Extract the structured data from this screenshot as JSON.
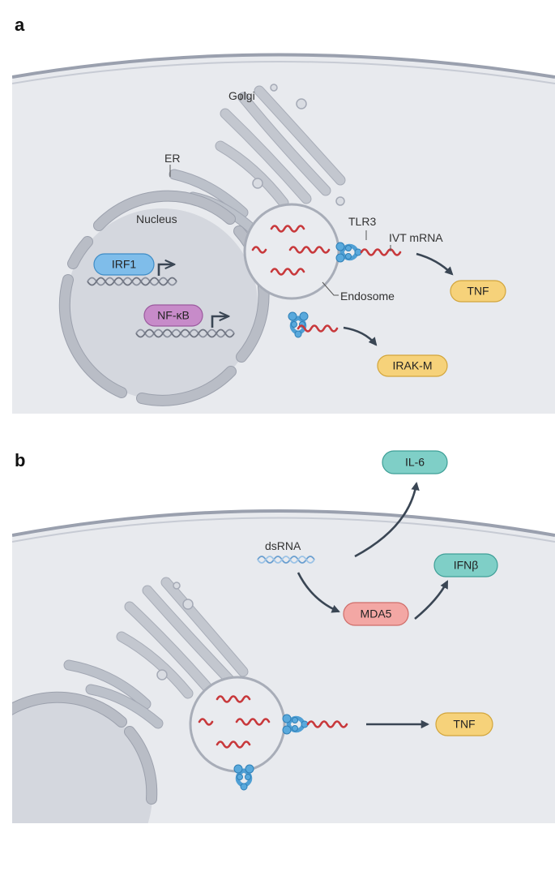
{
  "panels": {
    "a": {
      "label": "a",
      "labels": {
        "golgi": "Golgi",
        "er": "ER",
        "nucleus": "Nucleus",
        "tlr3": "TLR3",
        "ivt_mrna": "IVT mRNA",
        "endosome": "Endosome"
      },
      "factors": {
        "irf1": "IRF1",
        "nfkb": "NF-κB"
      },
      "outputs": {
        "tnf": "TNF",
        "irakm": "IRAK-M"
      }
    },
    "b": {
      "label": "b",
      "labels": {
        "dsrna": "dsRNA"
      },
      "sensor": "MDA5",
      "outputs": {
        "il6": "IL-6",
        "ifnb": "IFNβ",
        "tnf": "TNF"
      }
    }
  },
  "colors": {
    "cytoplasm": "#e8eaee",
    "membrane": "#9aa0ae",
    "mrna": "#c8383b",
    "tlr3": "#59a9dc",
    "pill_yellow": "#f6d27a",
    "pill_teal": "#7fcfc7",
    "pill_blue": "#7fbdea",
    "pill_purple": "#c78bc9",
    "pill_pink": "#f3a7a4",
    "arrow": "#3a4654"
  }
}
